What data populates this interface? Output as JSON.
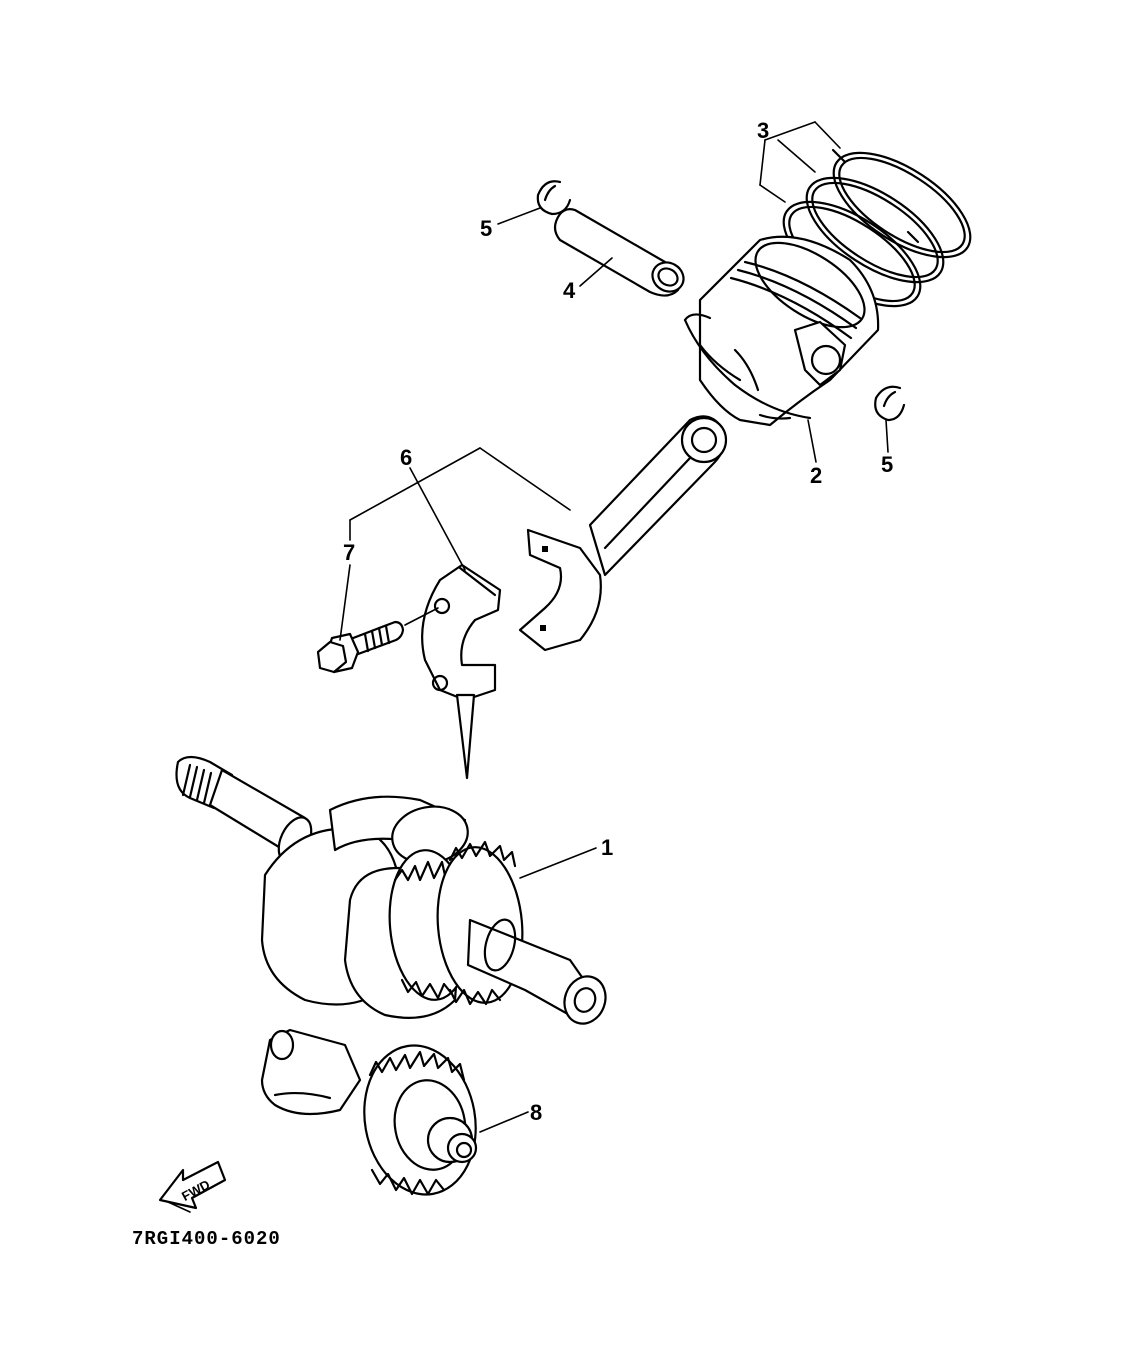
{
  "callouts": {
    "c1": "1",
    "c2": "2",
    "c3": "3",
    "c4": "4",
    "c5a": "5",
    "c5b": "5",
    "c6": "6",
    "c7": "7",
    "c8": "8"
  },
  "fwd_label": "FWD",
  "diagram_code": "7RGI400-6020"
}
